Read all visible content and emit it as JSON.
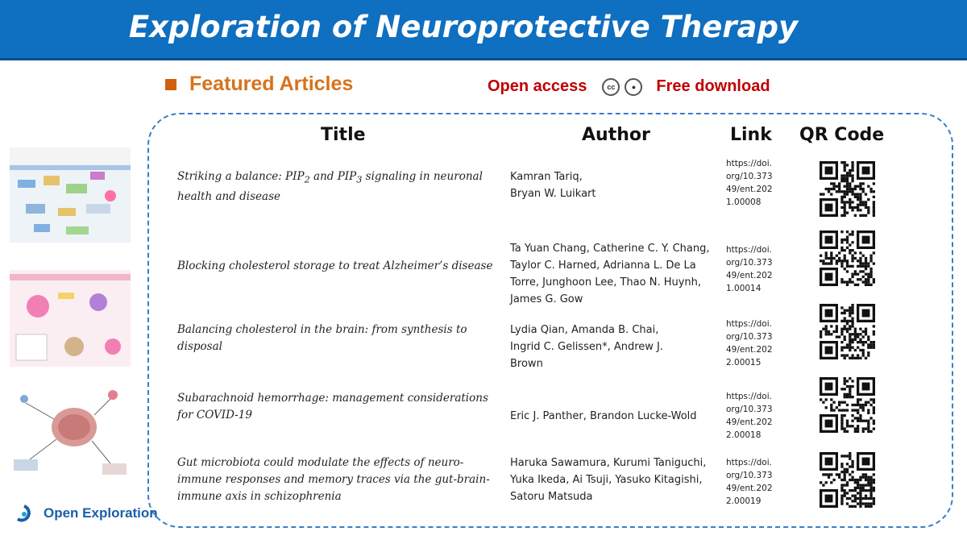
{
  "banner": {
    "title": "Exploration of Neuroprotective Therapy"
  },
  "section": {
    "heading": "Featured Articles"
  },
  "access": {
    "open_label": "Open access",
    "cc_icon": "creative-commons-icon",
    "by_icon": "attribution-icon",
    "free_label": "Free download"
  },
  "table": {
    "headers": {
      "title": "Title",
      "author": "Author",
      "link": "Link",
      "qr": "QR Code"
    },
    "rows": [
      {
        "title_pre": "Striking a balance: PIP",
        "title_sub1": "2",
        "title_mid": " and PIP",
        "title_sub2": "3",
        "title_post": " signaling in neuronal health and disease",
        "authors": [
          "Kamran Tariq,",
          "Bryan W. Luikart"
        ],
        "link": [
          "https://doi.",
          "org/10.373",
          "49/ent.202",
          "1.00008"
        ]
      },
      {
        "title": "Blocking cholesterol storage to treat Alzheimer’s disease",
        "authors": [
          "Ta Yuan Chang, Catherine C. Y. Chang,",
          "Taylor C. Harned, Adrianna L. De La",
          "Torre, Junghoon Lee, Thao N. Huynh,",
          "James G. Gow"
        ],
        "link": [
          "https://doi.",
          "org/10.373",
          "49/ent.202",
          "1.00014"
        ]
      },
      {
        "title_lines": [
          "Balancing cholesterol in the brain: from synthesis to",
          "disposal"
        ],
        "authors": [
          "Lydia Qian, Amanda B. Chai,",
          "Ingrid C. Gelissen*, Andrew J.",
          "Brown"
        ],
        "link": [
          "https://doi.",
          "org/10.373",
          "49/ent.202",
          "2.00015"
        ]
      },
      {
        "title_lines": [
          "Subarachnoid hemorrhage: management considerations",
          "for COVID-19"
        ],
        "authors": [
          "Eric J. Panther, Brandon Lucke-Wold"
        ],
        "link": [
          "https://doi.",
          "org/10.373",
          "49/ent.202",
          "2.00018"
        ]
      },
      {
        "title_lines": [
          "Gut microbiota could modulate the effects of neuro-",
          "immune responses and memory traces via the gut-brain-",
          "immune axis in schizophrenia"
        ],
        "authors": [
          "Haruka Sawamura, Kurumi Taniguchi,",
          "Yuka Ikeda, Ai Tsuji, Yasuko Kitagishi,",
          "Satoru Matsuda"
        ],
        "link": [
          "https://doi.",
          "org/10.373",
          "49/ent.202",
          "2.00019"
        ]
      }
    ]
  },
  "footer": {
    "logo_text": "Open Exploration"
  },
  "colors": {
    "banner": "#0f6fc0",
    "heading": "#d6731c",
    "access": "#c00000",
    "frame": "#3a7ec9"
  }
}
